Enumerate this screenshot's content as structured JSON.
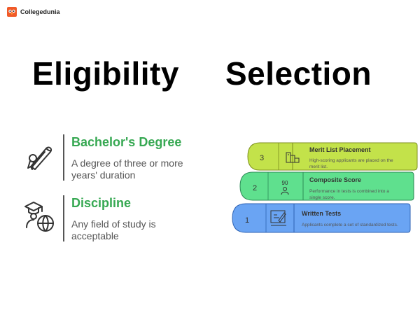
{
  "brand": {
    "name": "Collegedunia",
    "logo_icon": "owl-logo-icon",
    "logo_color": "#f05a28"
  },
  "headings": {
    "eligibility": "Eligibility",
    "selection": "Selection"
  },
  "eligibility": [
    {
      "icon": "diploma-icon",
      "title": "Bachelor's Degree",
      "desc": "A degree of three or more years' duration"
    },
    {
      "icon": "graduate-globe-icon",
      "title": "Discipline",
      "desc": "Any field of study is acceptable"
    }
  ],
  "colors": {
    "green_title": "#36a852",
    "step3": "#c3e24a",
    "step2": "#5fe08e",
    "step1": "#6aa4f3"
  },
  "selection_steps": [
    {
      "number": "3",
      "title": "Merit List Placement",
      "desc": [
        "High-scoring applicants are placed on the",
        "merit list."
      ],
      "icon": "bar-chart-icon"
    },
    {
      "number": "2",
      "title": "Composite Score",
      "desc": [
        "Performance in tests is combined into a",
        "single score."
      ],
      "icon": "score-icon",
      "icon_text": "90"
    },
    {
      "number": "1",
      "title": "Written Tests",
      "desc": [
        "Applicants complete a set of standardized tests."
      ],
      "icon": "test-paper-icon"
    }
  ]
}
